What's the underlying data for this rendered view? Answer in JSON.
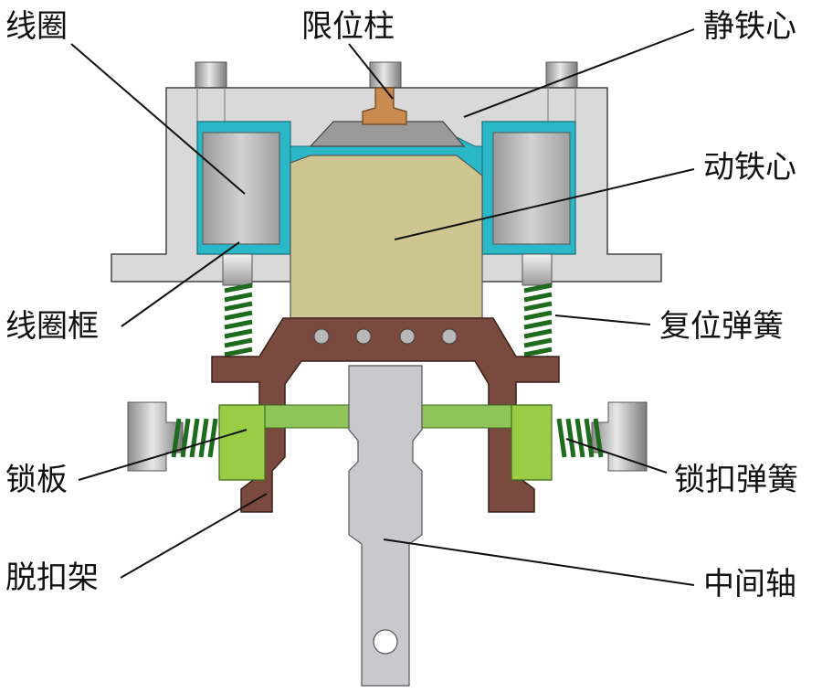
{
  "labels": {
    "coil": "线圈",
    "limit_post": "限位柱",
    "static_core": "静铁心",
    "moving_core": "动铁心",
    "coil_frame": "线圈框",
    "reset_spring": "复位弹簧",
    "lock_plate": "锁板",
    "latch_spring": "锁扣弹簧",
    "trip_frame": "脱扣架",
    "middle_shaft": "中间轴"
  },
  "colors": {
    "housing": "#d9d9d9",
    "coil": "#b9b9b9",
    "coil_frame": "#2ab7c7",
    "moving_core": "#cdc690",
    "limit_post": "#c88a4e",
    "trip_frame": "#7a4a3e",
    "spring": "#1e6b1e",
    "lock_plate": "#9acd45",
    "shaft": "#c9c9cd"
  }
}
